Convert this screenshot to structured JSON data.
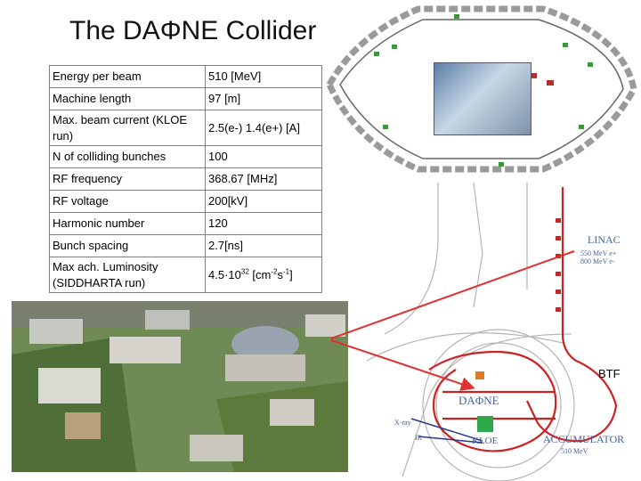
{
  "title": "The DAΦNE Collider",
  "params": [
    {
      "key": "Energy per beam",
      "value": "510 [MeV]"
    },
    {
      "key": "Machine length",
      "value": "97 [m]"
    },
    {
      "key": "Max. beam current (KLOE run)",
      "value": "2.5(e-) 1.4(e+) [A]"
    },
    {
      "key": "N of colliding bunches",
      "value": "100"
    },
    {
      "key": "RF frequency",
      "value": "368.67 [MHz]"
    },
    {
      "key": "RF voltage",
      "value": "200[kV]"
    },
    {
      "key": "Harmonic number",
      "value": "120"
    },
    {
      "key": "Bunch spacing",
      "value": "2.7[ns]"
    },
    {
      "key": "Max ach. Luminosity (SIDDHARTA run)",
      "value_base": "4.5·10",
      "value_exp": "32",
      "value_unit_a": " [cm",
      "value_unit_a_exp": "-2",
      "value_unit_b": "s",
      "value_unit_b_exp": "-1",
      "value_unit_c": "]"
    }
  ],
  "map_labels": {
    "linac": "LINAC",
    "linac_energy_1": "550 MeV e+",
    "linac_energy_2": "800 MeV e-",
    "daphne": "DAΦNE",
    "xray": "X-ray",
    "ir": "IR",
    "kloe": "KLOE",
    "accumulator": "ACCUMULATOR",
    "accumulator_energy": "510 MeV",
    "btf": "BTF"
  },
  "colors": {
    "ring": "#cc2222",
    "arrow": "#e03030",
    "map_text": "#46649a",
    "kloe": "#2ea84a",
    "rf": "#e07a20"
  }
}
